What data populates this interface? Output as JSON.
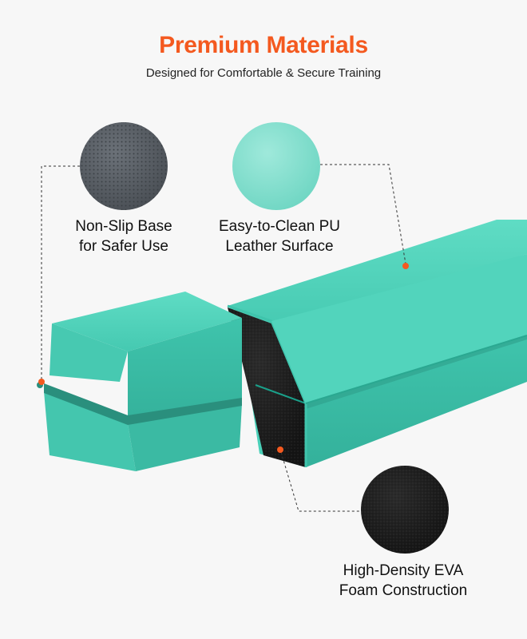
{
  "header": {
    "title": "Premium Materials",
    "subtitle": "Designed for Comfortable & Secure Training"
  },
  "features": [
    {
      "line1": "Non-Slip Base",
      "line2": "for Safer Use"
    },
    {
      "line1": "Easy-to-Clean PU",
      "line2": "Leather Surface"
    },
    {
      "line1": "High-Density EVA",
      "line2": "Foam Construction"
    }
  ],
  "colors": {
    "accent": "#f4591f",
    "mint": "#4fd0b9",
    "mint_dark": "#36b39d",
    "grey_base": "#5a6066",
    "foam_black": "#1d1d1d",
    "leader_line": "#222222"
  },
  "icons": [
    "perforated-base-texture",
    "leather-texture",
    "foam-texture"
  ]
}
